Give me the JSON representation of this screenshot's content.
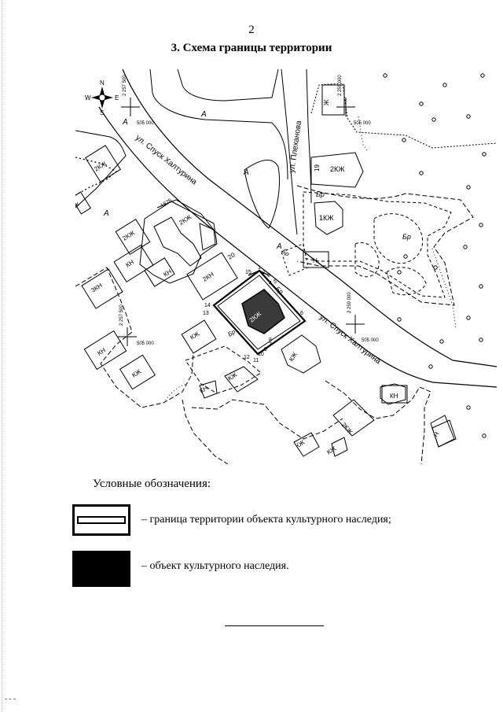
{
  "page": {
    "number": "2",
    "title": "3. Схема границы территории"
  },
  "map": {
    "compass": {
      "n": "N",
      "s": "S",
      "e": "E",
      "w": "W"
    },
    "streets": {
      "spusk_khalturina_upper": "ул. Спуск Халтурина",
      "spusk_khalturina_lower": "ул. Спуск Халтурина",
      "plekhanova": "ул. Плеханова"
    },
    "coordinates": {
      "c1": "2 257 500",
      "c2": "505 000",
      "c3": "2 259 000",
      "c4": "505 000",
      "c5": "2 257 500",
      "c6": "505 000",
      "c7": "2 259 000",
      "c8": "505 000"
    },
    "marks": {
      "a": "А",
      "br": "Бр",
      "n": "Н",
      "kn": "КН",
      "kzh": "КЖ",
      "one_kzh": "1КЖ",
      "two_kzh": "2КЖ",
      "two_kn": "2КН",
      "two_kzh_obj": "2КЖ",
      "three_kn": "3КН",
      "zh": "Ж",
      "n_1876": "1876"
    },
    "building_numbers": {
      "n19": "19",
      "n20": "20"
    },
    "boundary_points": {
      "p1": "1",
      "p2": "2",
      "p3": "3",
      "p4": "4",
      "p5": "5",
      "p6": "6",
      "p7": "7",
      "p8": "8",
      "p9": "9",
      "p10": "10",
      "p11": "11",
      "p12": "12",
      "p13": "13",
      "p14": "14",
      "p15": "15"
    }
  },
  "legend": {
    "heading": "Условные обозначения:",
    "boundary": "– граница территории объекта культурного наследия;",
    "object": "– объект культурного наследия."
  }
}
